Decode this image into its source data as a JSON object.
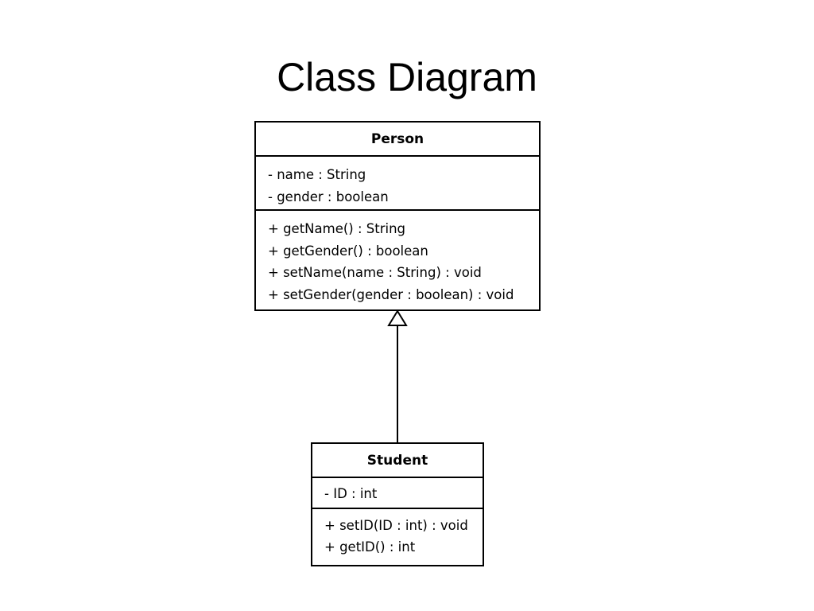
{
  "title": "Class Diagram",
  "classes": {
    "person": {
      "name": "Person",
      "attributes": [
        "- name : String",
        "- gender : boolean"
      ],
      "operations": [
        "+ getName() : String",
        "+ getGender() : boolean",
        "+ setName(name : String) : void",
        "+ setGender(gender : boolean) : void"
      ]
    },
    "student": {
      "name": "Student",
      "attributes": [
        "- ID : int"
      ],
      "operations": [
        "+ setID(ID : int) : void",
        "+ getID() : int"
      ]
    }
  },
  "relationships": [
    {
      "type": "generalization",
      "from": "Student",
      "to": "Person"
    }
  ],
  "colors": {
    "line": "#000000",
    "background": "#ffffff"
  }
}
